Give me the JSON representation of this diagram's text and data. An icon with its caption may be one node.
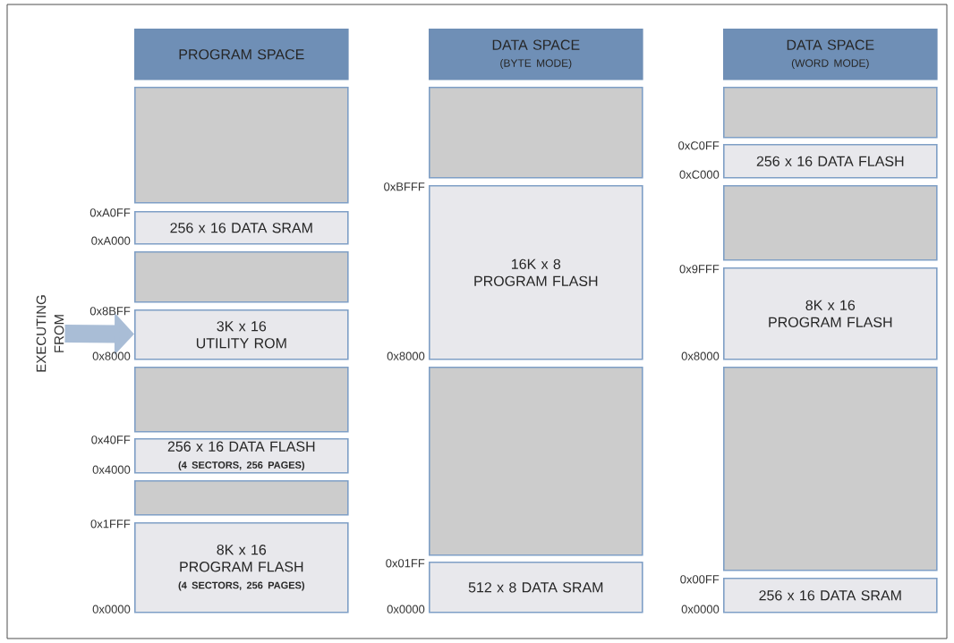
{
  "diagram": {
    "nodes": [
      {
        "text": [
          "PROGRAM SPACE"
        ]
      },
      {
        "text": [],
        "shape": "box"
      },
      {
        "text": [
          "256 x 16 DATA SRAM"
        ],
        "beside": [
          "0xA0FF",
          "0xA000"
        ]
      },
      {
        "text": [],
        "shape": "box"
      },
      {
        "text": [
          "3K x 16 UTILITY ROM"
        ],
        "beside": [
          "0x8BFF",
          "0x8000"
        ]
      },
      {
        "text": [],
        "shape": "box"
      },
      {
        "text": [
          "256 x 16 DATA FLASH",
          "(4 SECTORS, 256 PAGES)"
        ],
        "beside": [
          "0x40FF",
          "0x4000"
        ]
      },
      {
        "text": [],
        "shape": "box"
      },
      {
        "text": [
          "8K x 16 PROGRAM FLASH",
          "(4 SECTORS, 256 PAGES)"
        ],
        "beside": [
          "0x1FFF",
          "0x0000"
        ]
      },
      {
        "text": [
          "DATA SPACE",
          "(BYTE MODE)"
        ]
      },
      {
        "text": [],
        "shape": "box"
      },
      {
        "text": [
          "16K x 8 PROGRAM FLASH"
        ],
        "beside": [
          "0xBFFF",
          "0x8000"
        ]
      },
      {
        "text": [],
        "shape": "box"
      },
      {
        "text": [
          "512 x 8 DATA SRAM"
        ],
        "beside": [
          "0x01FF",
          "0x0000"
        ]
      },
      {
        "text": [
          "DATA SPACE",
          "(WORD MODE)"
        ]
      },
      {
        "text": [],
        "shape": "box"
      },
      {
        "text": [
          "256 x 16 DATA FLASH"
        ],
        "beside": [
          "0xC0FF",
          "0xC000"
        ]
      },
      {
        "text": [],
        "shape": "box"
      },
      {
        "text": [
          "8K x 16 PROGRAM FLASH"
        ],
        "beside": [
          "0x9FFF",
          "0x8000"
        ]
      },
      {
        "text": [],
        "shape": "box"
      },
      {
        "text": [
          "256 x 16 DATA SRAM"
        ],
        "beside": [
          "0x00FF",
          "0x0000"
        ]
      },
      {
        "text": [
          "EXECUTING FROM"
        ]
      }
    ],
    "edges": [
      {
        "from": 21,
        "to": 4,
        "arrow": "to",
        "color": "#a9bdd6"
      }
    ]
  }
}
